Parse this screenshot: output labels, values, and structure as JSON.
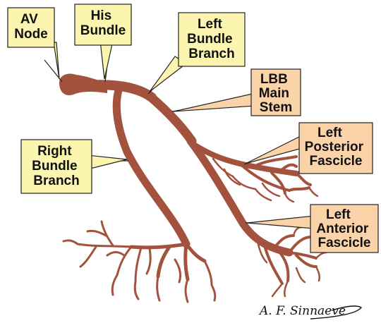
{
  "colors": {
    "conduction": "#a3523e",
    "callout_yellow": "#fbf5b0",
    "callout_orange": "#fbd3a8",
    "outline": "#222222"
  },
  "labels": {
    "av_node": [
      "AV",
      "Node"
    ],
    "his_bundle": [
      "His",
      "Bundle"
    ],
    "left_bundle_branch": [
      "Left",
      "Bundle",
      "Branch"
    ],
    "lbb_main_stem": [
      "LBB",
      "Main",
      "Stem"
    ],
    "left_posterior_fascicle": [
      "Left",
      "Posterior",
      "Fascicle"
    ],
    "right_bundle_branch": [
      "Right",
      "Bundle",
      "Branch"
    ],
    "left_anterior_fascicle": [
      "Left",
      "Anterior",
      "Fascicle"
    ]
  },
  "signature": "A. F. Sinnaeve"
}
